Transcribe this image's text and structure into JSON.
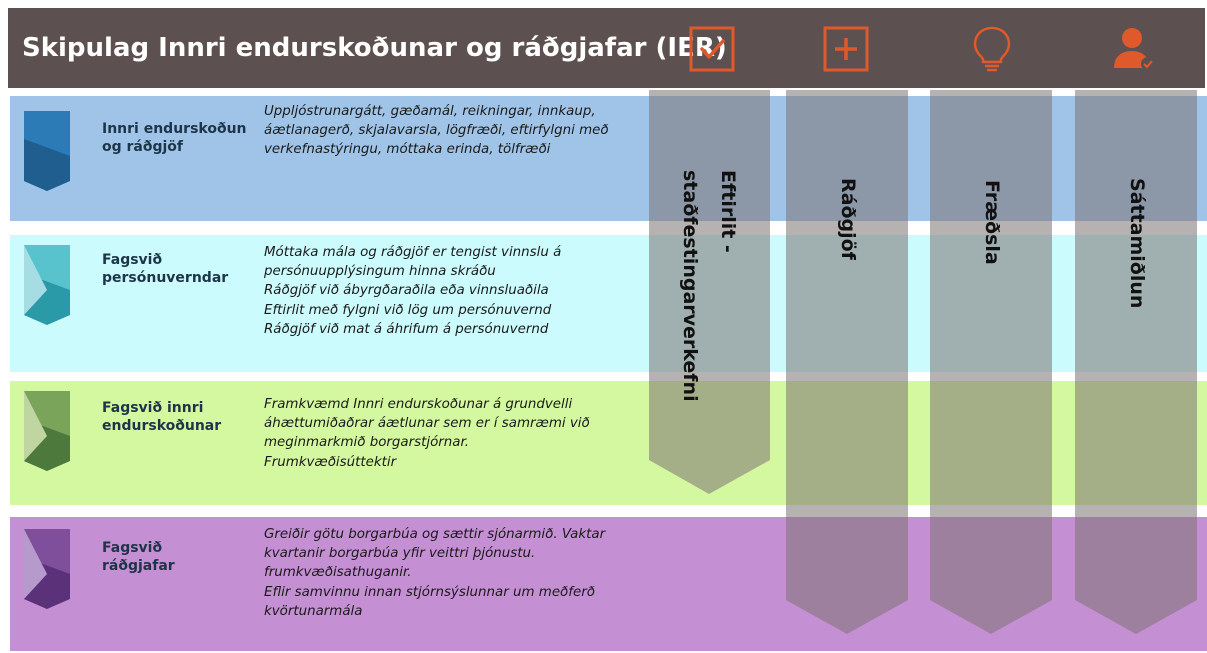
{
  "header": {
    "title": "Skipulag Innri endurskoðunar og ráðgjafar (IER)",
    "icons": [
      "checkbox-icon",
      "plus-box-icon",
      "lightbulb-icon",
      "user-check-icon"
    ],
    "icon_color": "#e0592b",
    "background": "#5d5050"
  },
  "units": [
    {
      "name": [
        "Innri endurskoðun",
        "og ráðgjöf"
      ],
      "description": [
        "Uppljóstrunargátt, gæðamál, reikningar, innkaup,",
        "áætlanagerð, skjalavarsla, lögfræði, eftirfylgni með",
        "verkefnastýringu, móttaka erinda, tölfræði"
      ],
      "band_color": "#9fc4e8",
      "logo_colors": [
        "#1f5e8e",
        "#2c7bb6",
        "#5ba3d6"
      ]
    },
    {
      "name": [
        "Fagsvið",
        "persónuverndar"
      ],
      "description": [
        "Móttaka mála og ráðgjöf er tengist vinnslu á",
        "persónuupplýsingum hinna skráðu",
        "Ráðgjöf við ábyrgðaraðila eða vinnsluaðila",
        "Eftirlit með fylgni við lög um persónuvernd",
        "Ráðgjöf við mat á áhrifum á persónuvernd"
      ],
      "band_color": "#ccfbfd",
      "logo_colors": [
        "#2b9aa8",
        "#58c3cc",
        "#a6dde3"
      ]
    },
    {
      "name": [
        "Fagsvið innri",
        "endurskoðunar"
      ],
      "description": [
        "Framkvæmd Innri endurskoðunar á grundvelli",
        "áhættumiðaðrar áætlunar sem er í samræmi við",
        "meginmarkmið borgarstjórnar.",
        "Frumkvæðisúttektir"
      ],
      "band_color": "#d4f8a0",
      "logo_colors": [
        "#4d7a3c",
        "#79a45a",
        "#c0d6a2"
      ]
    },
    {
      "name": [
        "Fagsvið",
        "ráðgjafar"
      ],
      "description": [
        "Greiðir götu borgarbúa og sættir sjónarmið. Vaktar",
        "kvartanir borgarbúa yfir veittri þjónustu.",
        "frumkvæðisathuganir.",
        "Eflir samvinnu innan stjórnsýslunnar um meðferð",
        "kvörtunarmála"
      ],
      "band_color": "#c58fd3",
      "logo_colors": [
        "#5b3279",
        "#7f4f9c",
        "#b59acb"
      ]
    }
  ],
  "columns": [
    {
      "label_lines": [
        "Eftirlit -",
        "staðfestingarverkefni"
      ],
      "icon": "checkbox-icon",
      "extends_to_unit": 3
    },
    {
      "label_lines": [
        "Ráðgjöf"
      ],
      "icon": "plus-box-icon",
      "extends_to_unit": 4
    },
    {
      "label_lines": [
        "Fræðsla"
      ],
      "icon": "lightbulb-icon",
      "extends_to_unit": 4
    },
    {
      "label_lines": [
        "Sáttamiðlun"
      ],
      "icon": "user-check-icon",
      "extends_to_unit": 4
    }
  ]
}
